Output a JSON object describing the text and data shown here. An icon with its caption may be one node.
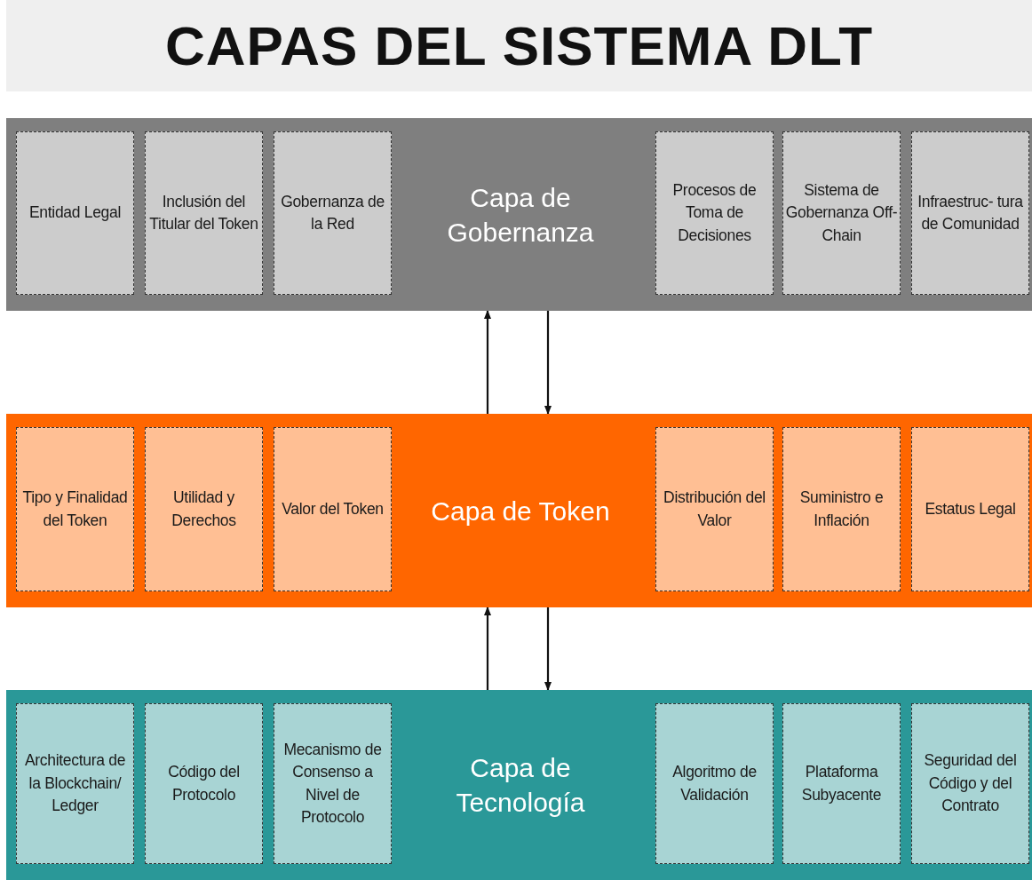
{
  "diagram": {
    "title": "CAPAS DEL SISTEMA DLT",
    "nodes": [
      {
        "text": [
          "Capa de Gobernanza"
        ]
      },
      {
        "text": [
          "Entidad Legal"
        ],
        "in": 0
      },
      {
        "text": [
          "Inclusión del Titular del Token"
        ],
        "in": 0
      },
      {
        "text": [
          "Gobernanza de la Red"
        ],
        "in": 0
      },
      {
        "text": [
          "Procesos de Toma de Decisiones"
        ],
        "in": 0
      },
      {
        "text": [
          "Sistema de Gobernanza Off-Chain"
        ],
        "in": 0
      },
      {
        "text": [
          "Infraestruc- tura de Comunidad"
        ],
        "in": 0
      },
      {
        "text": [
          "Capa de Token"
        ]
      },
      {
        "text": [
          "Tipo y Finalidad del Token"
        ],
        "in": 7
      },
      {
        "text": [
          "Utilidad y Derechos"
        ],
        "in": 7
      },
      {
        "text": [
          "Valor del Token"
        ],
        "in": 7
      },
      {
        "text": [
          "Distribución del Valor"
        ],
        "in": 7
      },
      {
        "text": [
          "Suministro e Inflación"
        ],
        "in": 7
      },
      {
        "text": [
          "Estatus Legal"
        ],
        "in": 7
      },
      {
        "text": [
          "Capa de Tecnología"
        ]
      },
      {
        "text": [
          "Architectura de la Blockchain/ Ledger"
        ],
        "in": 14
      },
      {
        "text": [
          "Código del Protocolo"
        ],
        "in": 14
      },
      {
        "text": [
          "Mecanismo de Consenso a Nivel de Protocolo"
        ],
        "in": 14
      },
      {
        "text": [
          "Algoritmo de Validación"
        ],
        "in": 14
      },
      {
        "text": [
          "Plataforma Subyacente"
        ],
        "in": 14
      },
      {
        "text": [
          "Seguridad del Código y del Contrato"
        ],
        "in": 14
      }
    ],
    "edges": [
      {
        "from": 7,
        "to": 0,
        "arrow": "to"
      },
      {
        "from": 0,
        "to": 7,
        "arrow": "to"
      },
      {
        "from": 14,
        "to": 7,
        "arrow": "to"
      },
      {
        "from": 7,
        "to": 14,
        "arrow": "to"
      }
    ]
  }
}
